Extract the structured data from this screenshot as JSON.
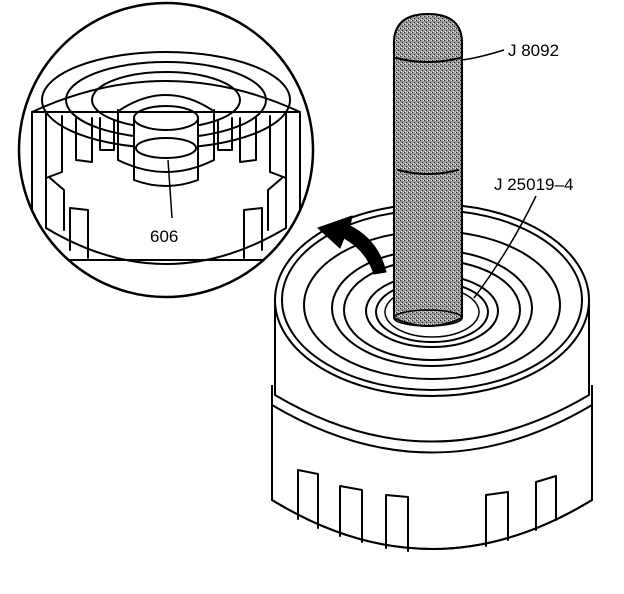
{
  "callouts": {
    "tool_driver": "J 8092",
    "tool_installer": "J 25019–4",
    "part_bushing": "606"
  },
  "colors": {
    "line": "#000000",
    "background": "#ffffff",
    "knurl": "#8a8a8a"
  }
}
